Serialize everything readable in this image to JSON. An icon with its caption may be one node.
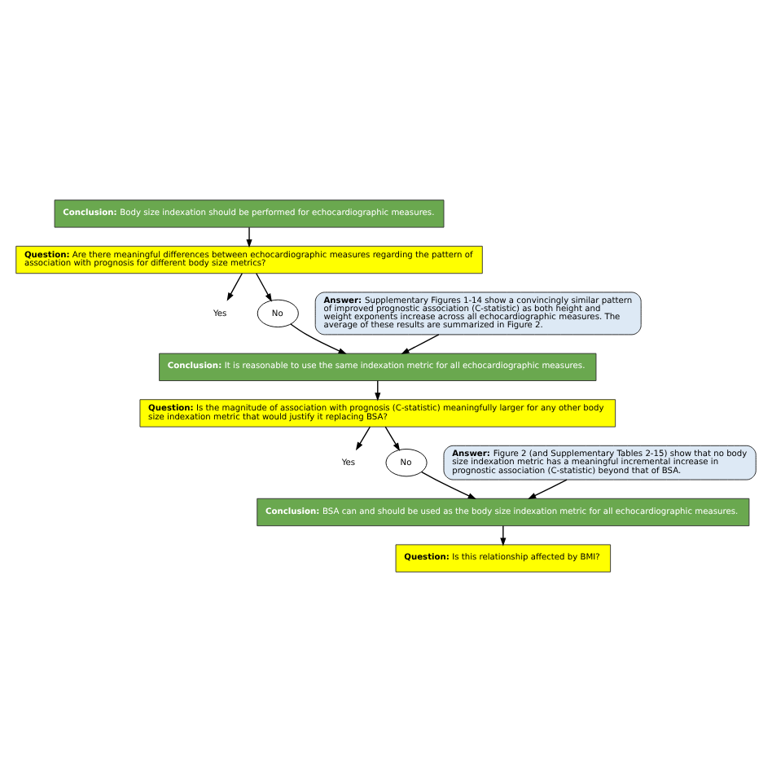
{
  "diagram": {
    "nodes": [
      {
        "text": [
          "**Conclusion:** Body size indexation should be performed for echocardiographic measures."
        ]
      },
      {
        "text": [
          "**Question:** Are there meaningful differences between echocardiographic measures regarding the pattern of association with prognosis for different body size metrics?"
        ]
      },
      {
        "text": [
          "Yes"
        ]
      },
      {
        "text": [
          "No"
        ]
      },
      {
        "text": [
          "**Answer:** Supplementary Figures 1-14 show a convincingly similar pattern of improved prognostic association (C-statistic) as both height and weight exponents increase across all echocardiographic measures. The average of these results are summarized in Figure 2."
        ]
      },
      {
        "text": [
          "**Conclusion:** It is reasonable to use the same indexation metric for all echocardiographic measures."
        ]
      },
      {
        "text": [
          "**Question:** Is the magnitude of association with prognosis (C-statistic) meaningfully larger for any other body size indexation metric that would justify it replacing BSA?"
        ]
      },
      {
        "text": [
          "Yes"
        ]
      },
      {
        "text": [
          "No"
        ]
      },
      {
        "text": [
          "**Answer:** Figure 2 (and Supplementary Tables 2-15) show that no body size indexation metric has a meaningful incremental increase in prognostic association (C-statistic) beyond that of BSA."
        ]
      },
      {
        "text": [
          "**Conclusion:** BSA can and should be used as the body size indexation metric for all echocardiographic measures."
        ]
      },
      {
        "text": [
          "**Question:** Is this relationship affected by BMI?"
        ]
      }
    ],
    "edges": [
      {
        "from": 0,
        "to": 1,
        "arrow": "to"
      },
      {
        "from": 1,
        "to": 2,
        "arrow": "to"
      },
      {
        "from": 1,
        "to": 3,
        "arrow": "to"
      },
      {
        "from": 3,
        "to": 5,
        "arrow": "to"
      },
      {
        "from": 4,
        "to": 5,
        "arrow": "to"
      },
      {
        "from": 5,
        "to": 6,
        "arrow": "to"
      },
      {
        "from": 6,
        "to": 7,
        "arrow": "to"
      },
      {
        "from": 6,
        "to": 8,
        "arrow": "to"
      },
      {
        "from": 8,
        "to": 10,
        "arrow": "to"
      },
      {
        "from": 9,
        "to": 10,
        "arrow": "to"
      },
      {
        "from": 10,
        "to": 11,
        "arrow": "to"
      }
    ]
  }
}
